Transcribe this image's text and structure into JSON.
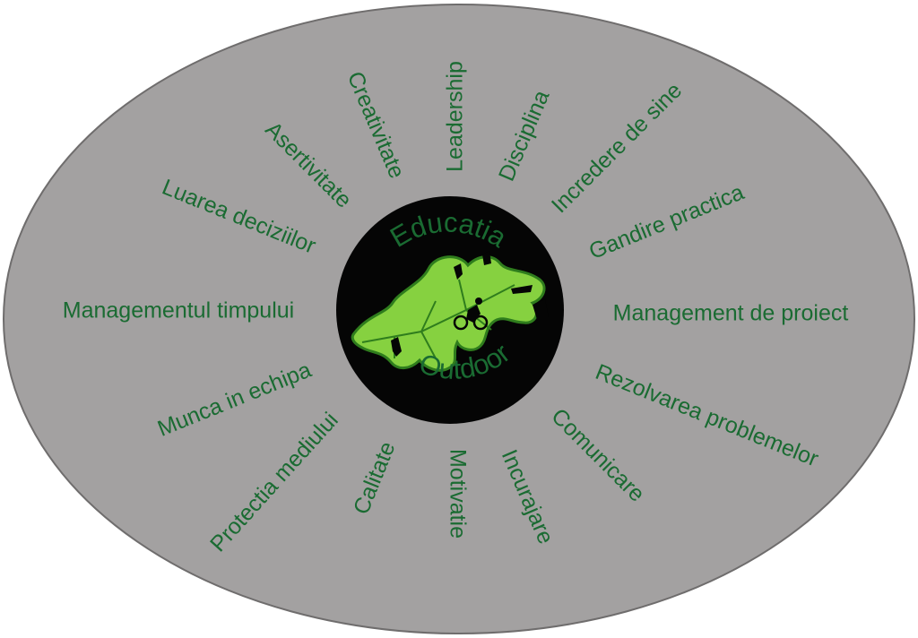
{
  "colors": {
    "background": "#ffffff",
    "ellipse_fill": "#a3a1a1",
    "ellipse_stroke": "#6f6d6d",
    "text": "#1a6b32",
    "hub_fill": "#050505",
    "leaf_fill": "#86d140",
    "leaf_stroke": "#2f7d1d"
  },
  "hub": {
    "top_word": "Educatia",
    "bottom_word": "Outdoor",
    "logo": "oak-leaf-with-outdoor-sports-silhouettes"
  },
  "skills": [
    "Leadership",
    "Disciplina",
    "Incredere de sine",
    "Gandire practica",
    "Management de proiect",
    "Rezolvarea problemelor",
    "Comunicare",
    "Incurajare",
    "Motivatie",
    "Calitate",
    "Protectia mediului",
    "Munca in echipa",
    "Managementul timpului",
    "Luarea deciziilor",
    "Asertivitate",
    "Creativitate"
  ]
}
